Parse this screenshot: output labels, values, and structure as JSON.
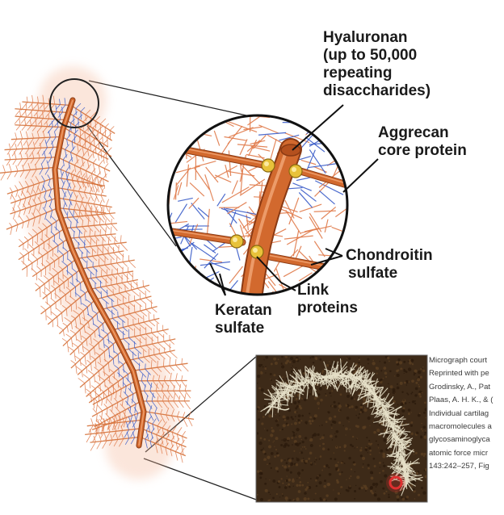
{
  "labels": {
    "hyaluronan": [
      "Hyaluronan",
      "(up to 50,000",
      "repeating",
      "disaccharides)"
    ],
    "aggrecan": [
      "Aggrecan",
      "core protein"
    ],
    "chondroitin": [
      "Chondroitin",
      "sulfate"
    ],
    "link": [
      "Link",
      "proteins"
    ],
    "keratan": [
      "Keratan",
      "sulfate"
    ]
  },
  "credit_lines": [
    "Micrograph court",
    "Reprinted with pe",
    "Grodinsky, A., Pat",
    "Plaas, A. H. K., & (",
    "Individual cartilag",
    "macromolecules a",
    "glycosaminoglyca",
    "atomic force micr",
    "143:242–257, Fig"
  ],
  "colors": {
    "core_protein": "#d2692e",
    "chondroitin": "#e07a4a",
    "keratan": "#3a5cc8",
    "link_protein": "#e8c23a",
    "micrograph_bg": "#3d2a18",
    "micrograph_fibers": "#e6e0c8"
  }
}
